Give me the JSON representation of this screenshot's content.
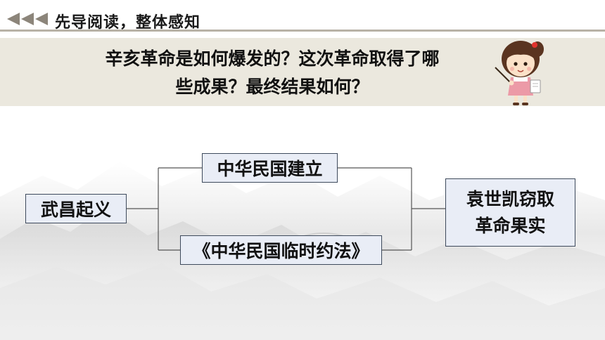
{
  "header": {
    "section_title": "先导阅读，整体感知",
    "nav_icon": "triple-left-arrow-icon"
  },
  "question": {
    "line1": "辛亥革命是如何爆发的？这次革命取得了哪",
    "line2": "些成果？最终结果如何？",
    "illustration": "teacher-girl-with-pointer"
  },
  "diagram": {
    "start": "武昌起义",
    "branch_top": "中华民国建立",
    "branch_bottom": "《中华民国临时约法》",
    "result_line1": "袁世凯窃取",
    "result_line2": "革命果实"
  },
  "colors": {
    "question_band": "#ebe8de",
    "box_fill": "#e9edf6",
    "box_border": "#3e4a5c",
    "connector": "#555555",
    "nav_arrows": "#8c857a"
  }
}
